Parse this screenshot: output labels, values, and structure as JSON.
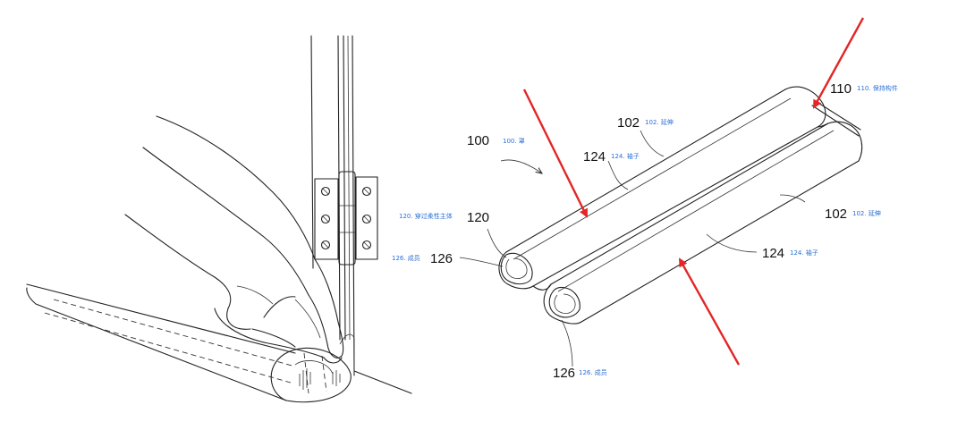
{
  "labels": {
    "l100": {
      "num": "100",
      "text": "100. 罩"
    },
    "l102a": {
      "num": "102",
      "text": "102. 延伸"
    },
    "l102b": {
      "num": "102",
      "text": "102. 延伸"
    },
    "l110": {
      "num": "110",
      "text": "110. 保持构件"
    },
    "l124a": {
      "num": "124",
      "text": "124. 袖子"
    },
    "l124b": {
      "num": "124",
      "text": "124. 袖子"
    },
    "l120": {
      "num": "120",
      "text": "120. 穿过柔性主体"
    },
    "l126a": {
      "num": "126",
      "text": "126. 成员"
    },
    "l126b": {
      "num": "126",
      "text": "126. 成员"
    }
  },
  "colors": {
    "arrow": "#e32626",
    "annotation": "#2a6fd6",
    "line": "#222222"
  }
}
